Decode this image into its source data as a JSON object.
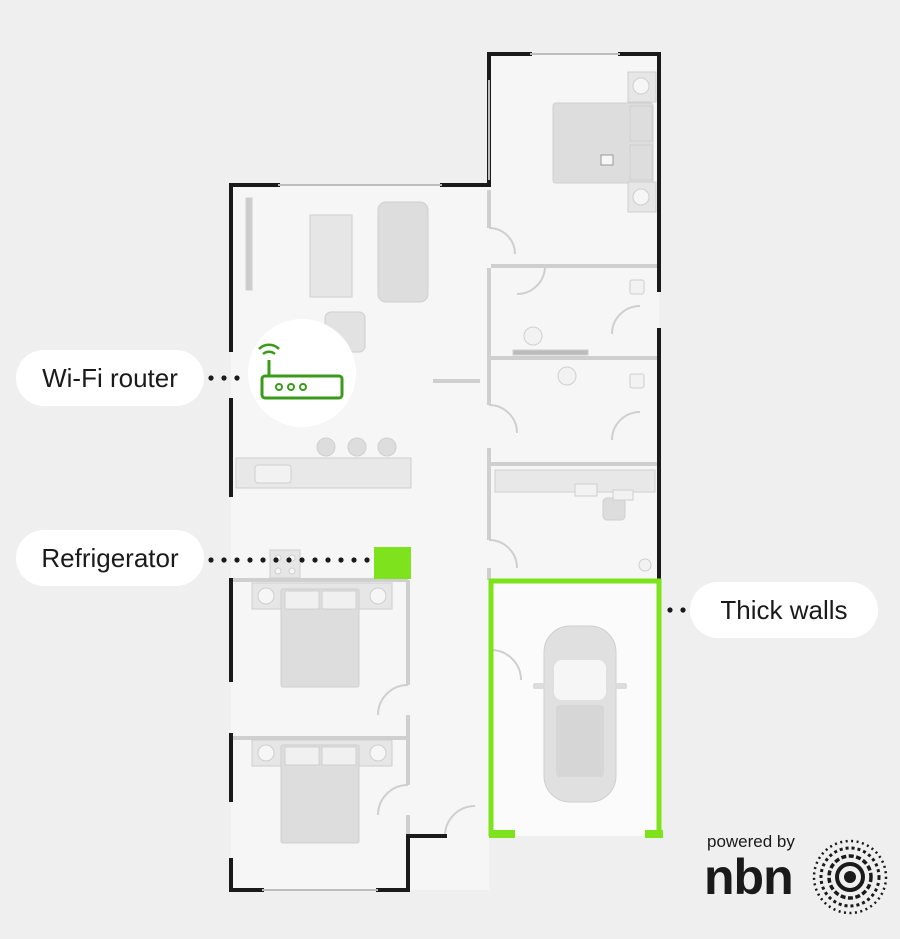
{
  "callouts": {
    "wifi_router": "Wi-Fi router",
    "refrigerator": "Refrigerator",
    "thick_walls": "Thick walls"
  },
  "brand": {
    "tagline": "powered by",
    "wordmark": "nbn"
  },
  "colors": {
    "background": "#efefef",
    "floor": "#f6f6f6",
    "wall": "#1a1a1a",
    "inner_wall": "#cfcfcf",
    "furniture": "#d9d9d9",
    "highlight": "#7ee31c",
    "router": "#3a9b1a",
    "callout_bg": "#ffffff"
  },
  "icons": {
    "router": "wifi-router-icon",
    "refrigerator": "refrigerator-block",
    "car": "car-icon",
    "logo": "nbn-globe-logo"
  }
}
